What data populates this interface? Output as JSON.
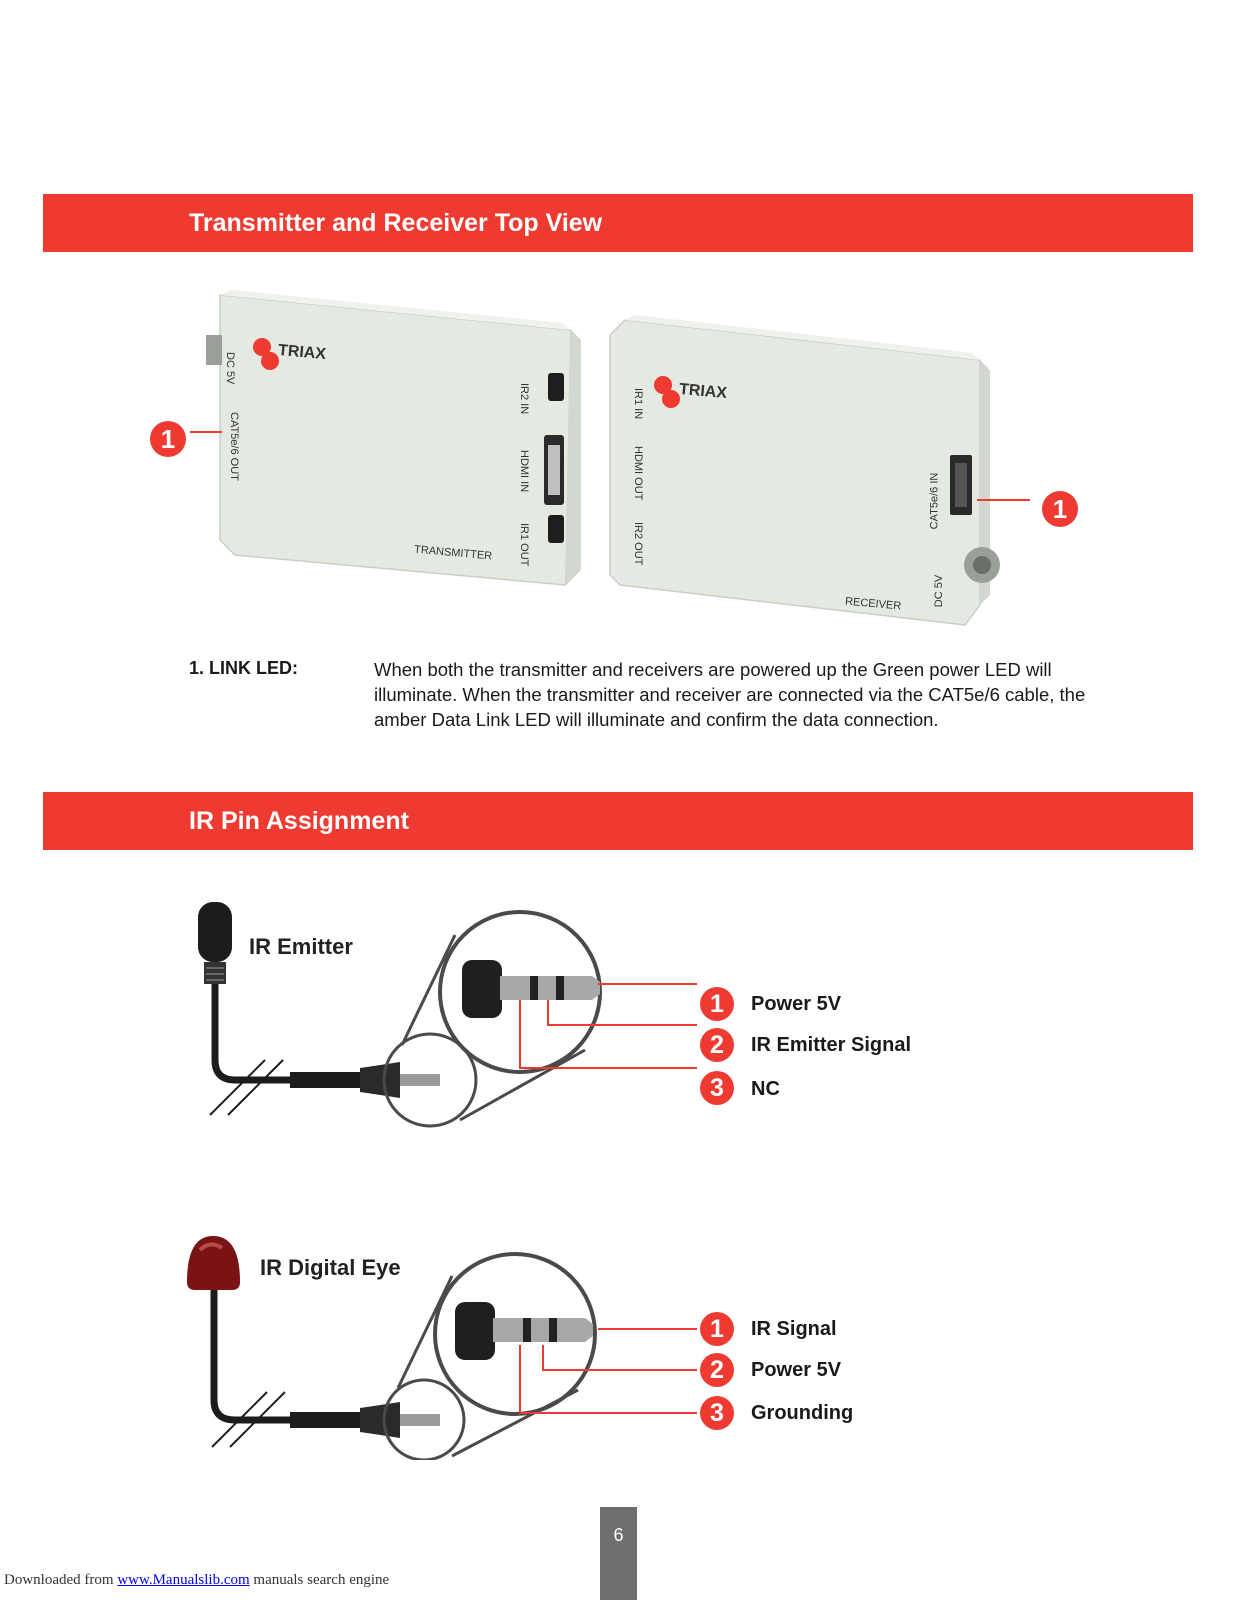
{
  "sections": {
    "top_view_title": "Transmitter and Receiver Top View",
    "ir_pin_title": "IR Pin Assignment"
  },
  "transmitter": {
    "brand": "TRIAX",
    "label_dc": "DC 5V",
    "label_cat": "CAT5e/6 OUT",
    "label_ir2": "IR2 IN",
    "label_hdmi": "HDMI IN",
    "label_ir1": "IR1 OUT",
    "name": "TRANSMITTER",
    "callout": "1"
  },
  "receiver": {
    "brand": "TRIAX",
    "label_ir1": "IR1 IN",
    "label_hdmi": "HDMI OUT",
    "label_ir2": "IR2 OUT",
    "label_cat": "CAT5e/6 IN",
    "label_dc": "DC 5V",
    "name": "RECEIVER",
    "callout": "1"
  },
  "link_led": {
    "term": "1. LINK LED:",
    "description": "When both the transmitter and receivers are powered up the Green power LED will illuminate. When the transmitter and receiver are connected via the CAT5e/6 cable, the amber Data Link LED will illuminate and confirm the data connection."
  },
  "ir_emitter": {
    "title": "IR Emitter",
    "pins": [
      {
        "num": "1",
        "label": "Power 5V"
      },
      {
        "num": "2",
        "label": "IR Emitter Signal"
      },
      {
        "num": "3",
        "label": "NC"
      }
    ]
  },
  "ir_eye": {
    "title": "IR Digital Eye",
    "pins": [
      {
        "num": "1",
        "label": "IR Signal"
      },
      {
        "num": "2",
        "label": "Power 5V"
      },
      {
        "num": "3",
        "label": "Grounding"
      }
    ]
  },
  "page_number": "6",
  "footer": {
    "prefix": "Downloaded from ",
    "link": "www.Manualslib.com",
    "suffix": " manuals search engine"
  },
  "colors": {
    "accent": "#ee3a31",
    "device_body": "#e6ebe4",
    "page_tab": "#6d6f71"
  }
}
